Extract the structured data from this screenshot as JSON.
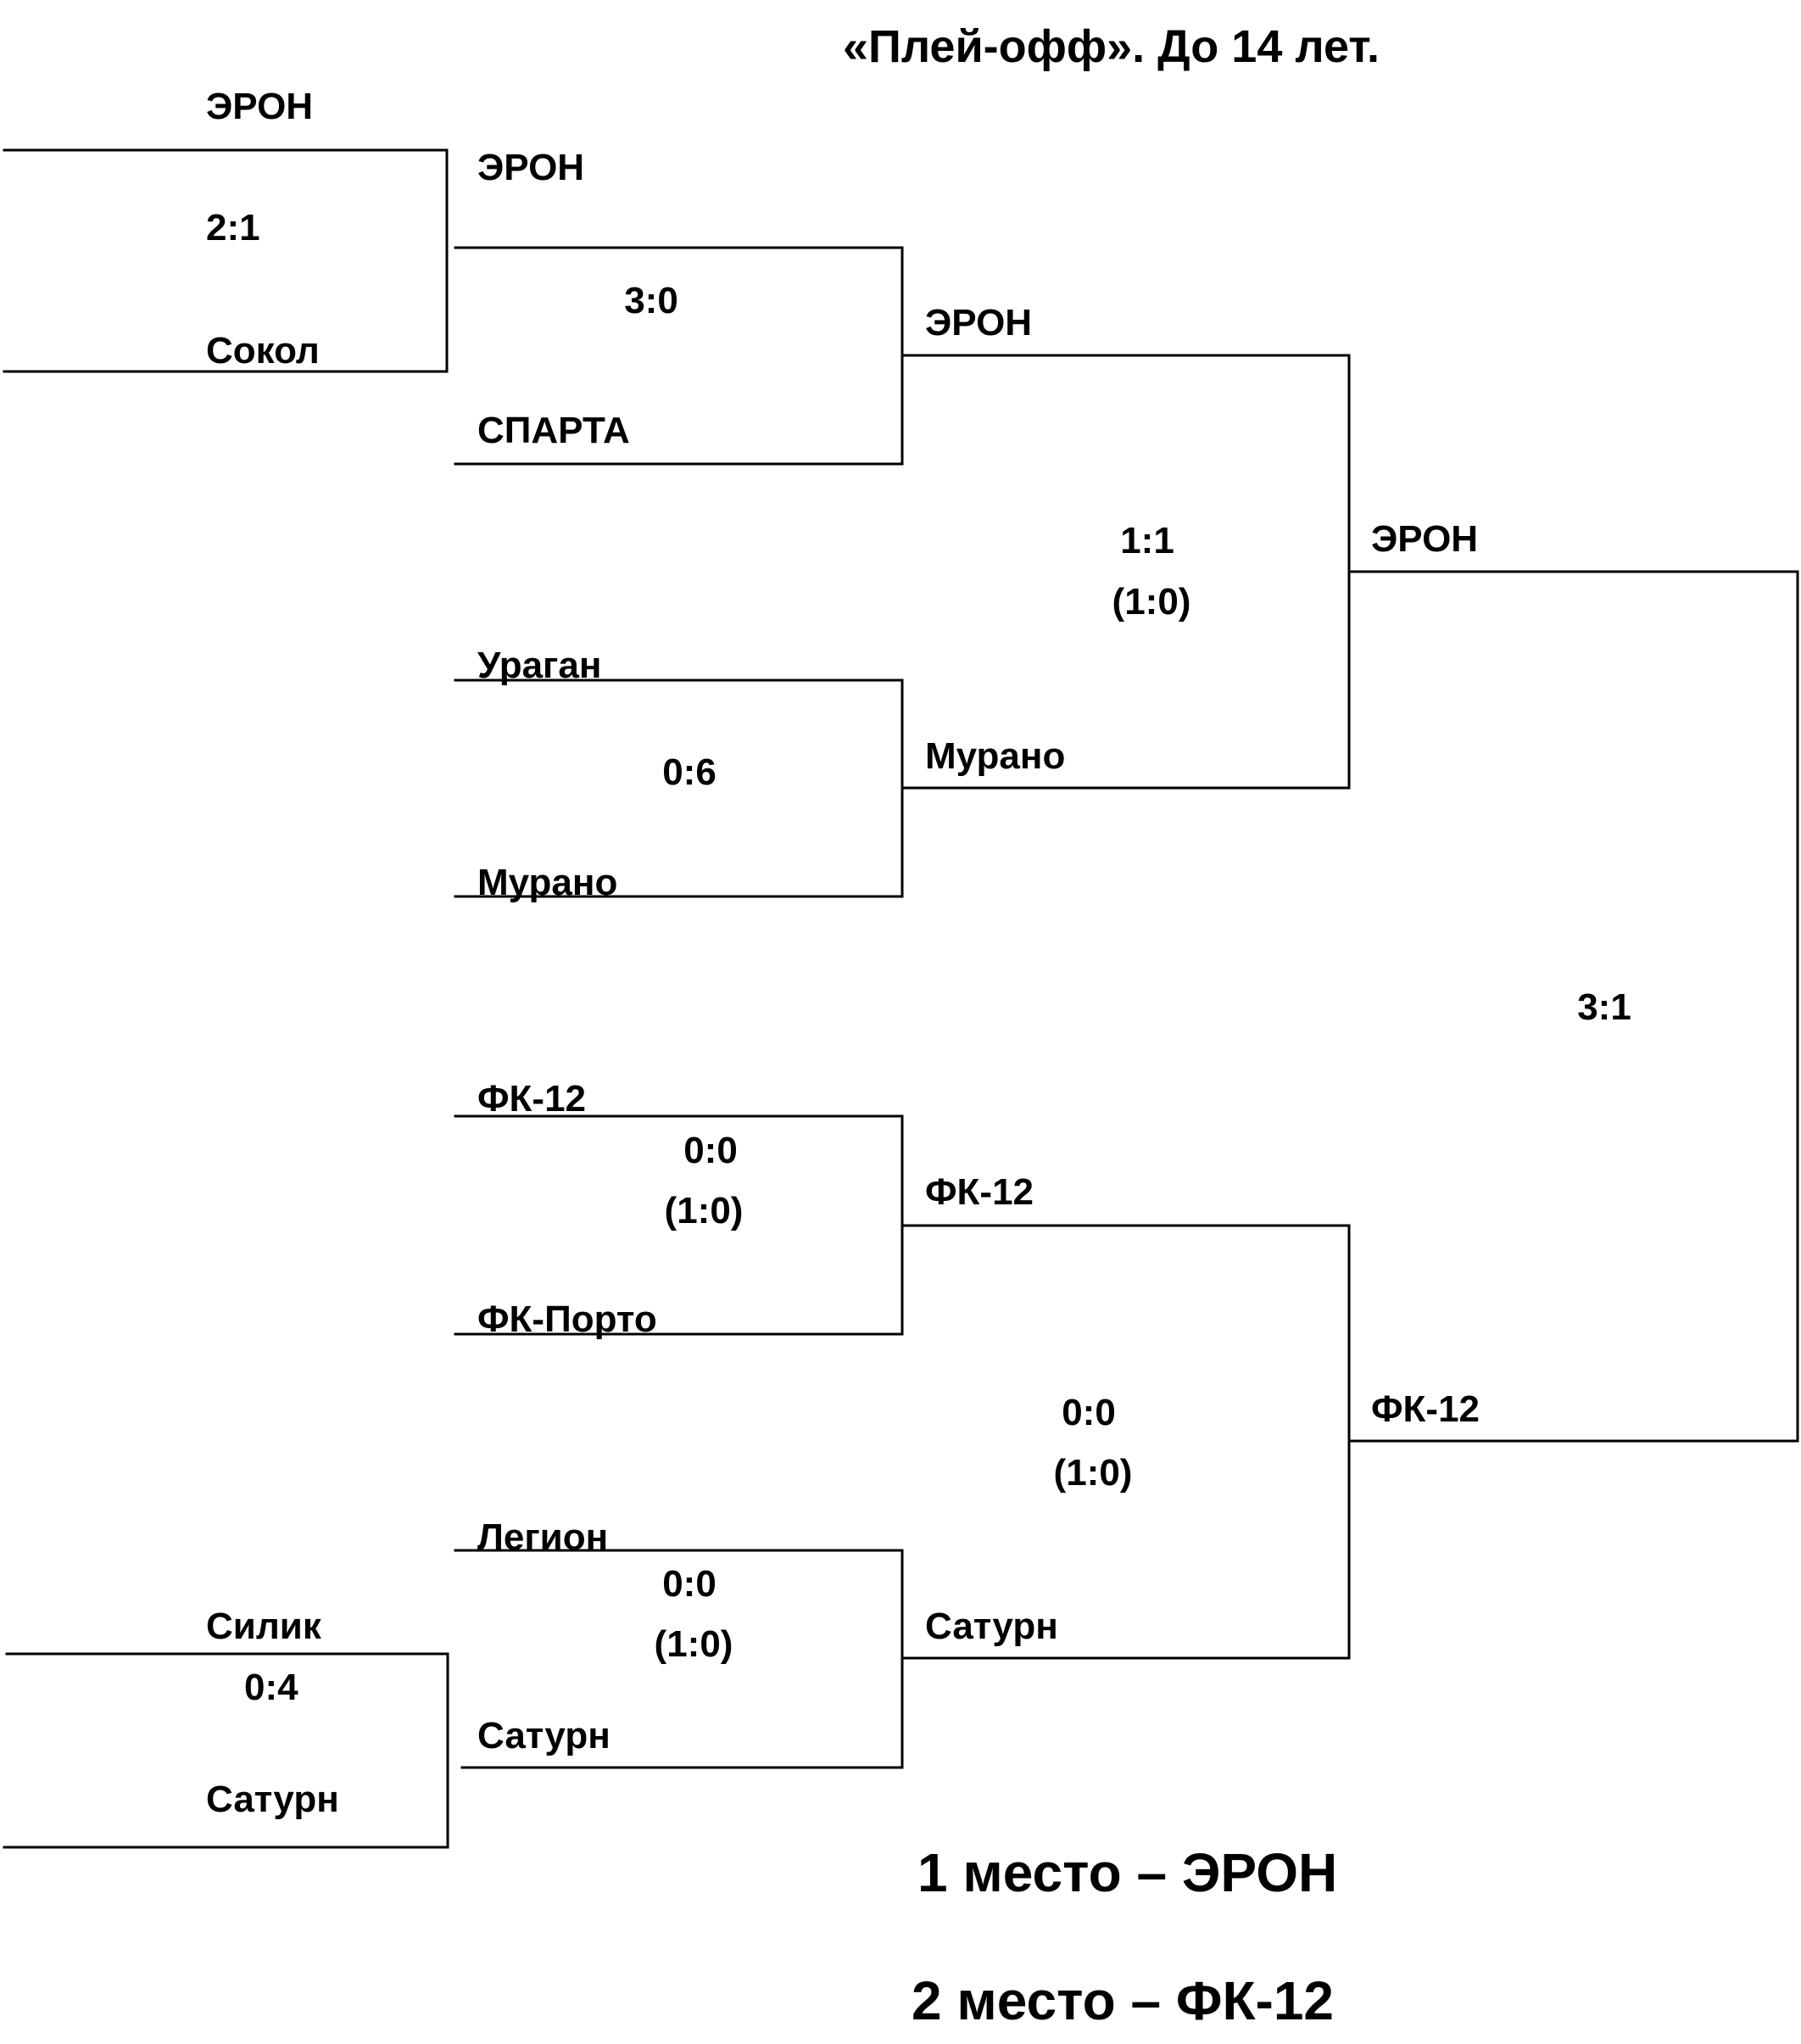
{
  "title": "«Плей-офф». До 14 лет.",
  "prelim": {
    "top": {
      "team1": "ЭРОН",
      "team2": "Сокол",
      "score": "2:1"
    },
    "bottom": {
      "team1": "Силик",
      "team2": "Сатурн",
      "score": "0:4"
    }
  },
  "quarterfinals": [
    {
      "team1": "ЭРОН",
      "team2": "СПАРТА",
      "score": "3:0",
      "penalties": ""
    },
    {
      "team1": "Ураган",
      "team2": "Мурано",
      "score": "0:6",
      "penalties": ""
    },
    {
      "team1": "ФК-12",
      "team2": "ФК-Порто",
      "score": "0:0",
      "penalties": "(1:0)"
    },
    {
      "team1": "Легион",
      "team2": "Сатурн",
      "score": "0:0",
      "penalties": "(1:0)"
    }
  ],
  "semifinals": [
    {
      "team1": "ЭРОН",
      "team2": "Мурано",
      "score": "1:1",
      "penalties": "(1:0)"
    },
    {
      "team1": "ФК-12",
      "team2": "Сатурн",
      "score": "0:0",
      "penalties": "(1:0)"
    }
  ],
  "final": {
    "team1": "ЭРОН",
    "team2": "ФК-12",
    "score": "3:1"
  },
  "results": {
    "first": "1 место – ЭРОН",
    "second": "2 место – ФК-12"
  },
  "colors": {
    "line": "#000000",
    "text": "#000000",
    "background": "#ffffff"
  }
}
